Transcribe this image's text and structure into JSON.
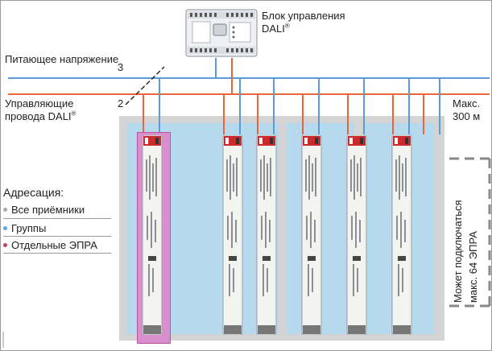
{
  "control_unit": {
    "title_line1": "Блок управления",
    "title_line2": "DALI",
    "reg": "®"
  },
  "supply_label": "Питающее напряжение",
  "control_wires": {
    "line1": "Управляющие",
    "line2": "провода DALI",
    "reg": "®"
  },
  "wire_counts": {
    "supply": "3",
    "control": "2"
  },
  "max_length": {
    "line1": "Макс.",
    "line2": "300 м"
  },
  "addressing": {
    "title": "Адресация:",
    "items": [
      {
        "label": "Все приёмники",
        "color": "#aaaaaa"
      },
      {
        "label": "Группы",
        "color": "#5aa9e0"
      },
      {
        "label": "Отдельные ЭПРА",
        "color": "#c0407a"
      }
    ]
  },
  "side_note": {
    "line1": "Может подключаться",
    "line2": "макс. 64 ЭПРА"
  },
  "colors": {
    "supply_line": "#5b9bd5",
    "control_line": "#e8663a",
    "group_fill": "#b7d9ee",
    "panel_fill": "#d4d4d4",
    "highlight": "#d98fcf"
  }
}
